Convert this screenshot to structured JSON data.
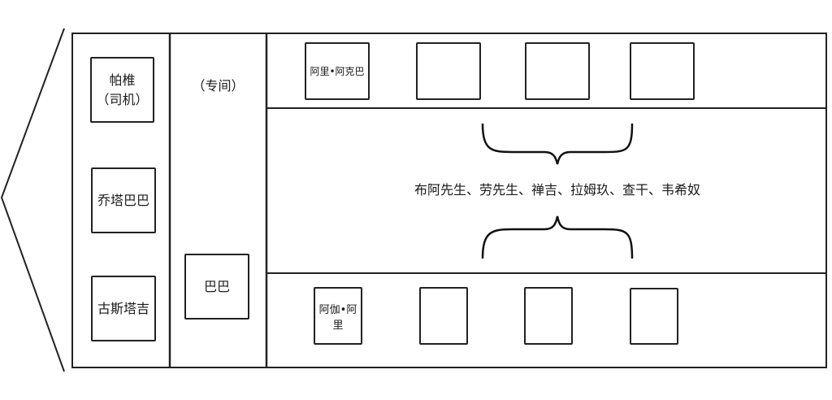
{
  "diagram": {
    "title": "",
    "front_section": {
      "seats": [
        {
          "label_line1": "帕椎",
          "label_line2": "（司机）"
        },
        {
          "label_line1": "乔塔巴巴",
          "label_line2": ""
        },
        {
          "label_line1": "古斯塔吉",
          "label_line2": ""
        }
      ]
    },
    "private_compartment": {
      "label": "（专间）",
      "seat_label": "巴巴"
    },
    "upper_row": {
      "seats": [
        "阿里•阿克巴",
        "",
        "",
        ""
      ]
    },
    "aisle": {
      "group_label": "布阿先生、劳先生、禅吉、拉姆玖、查干、韦希奴"
    },
    "lower_row": {
      "seats": [
        "阿伽•阿里",
        "",
        "",
        ""
      ]
    }
  }
}
